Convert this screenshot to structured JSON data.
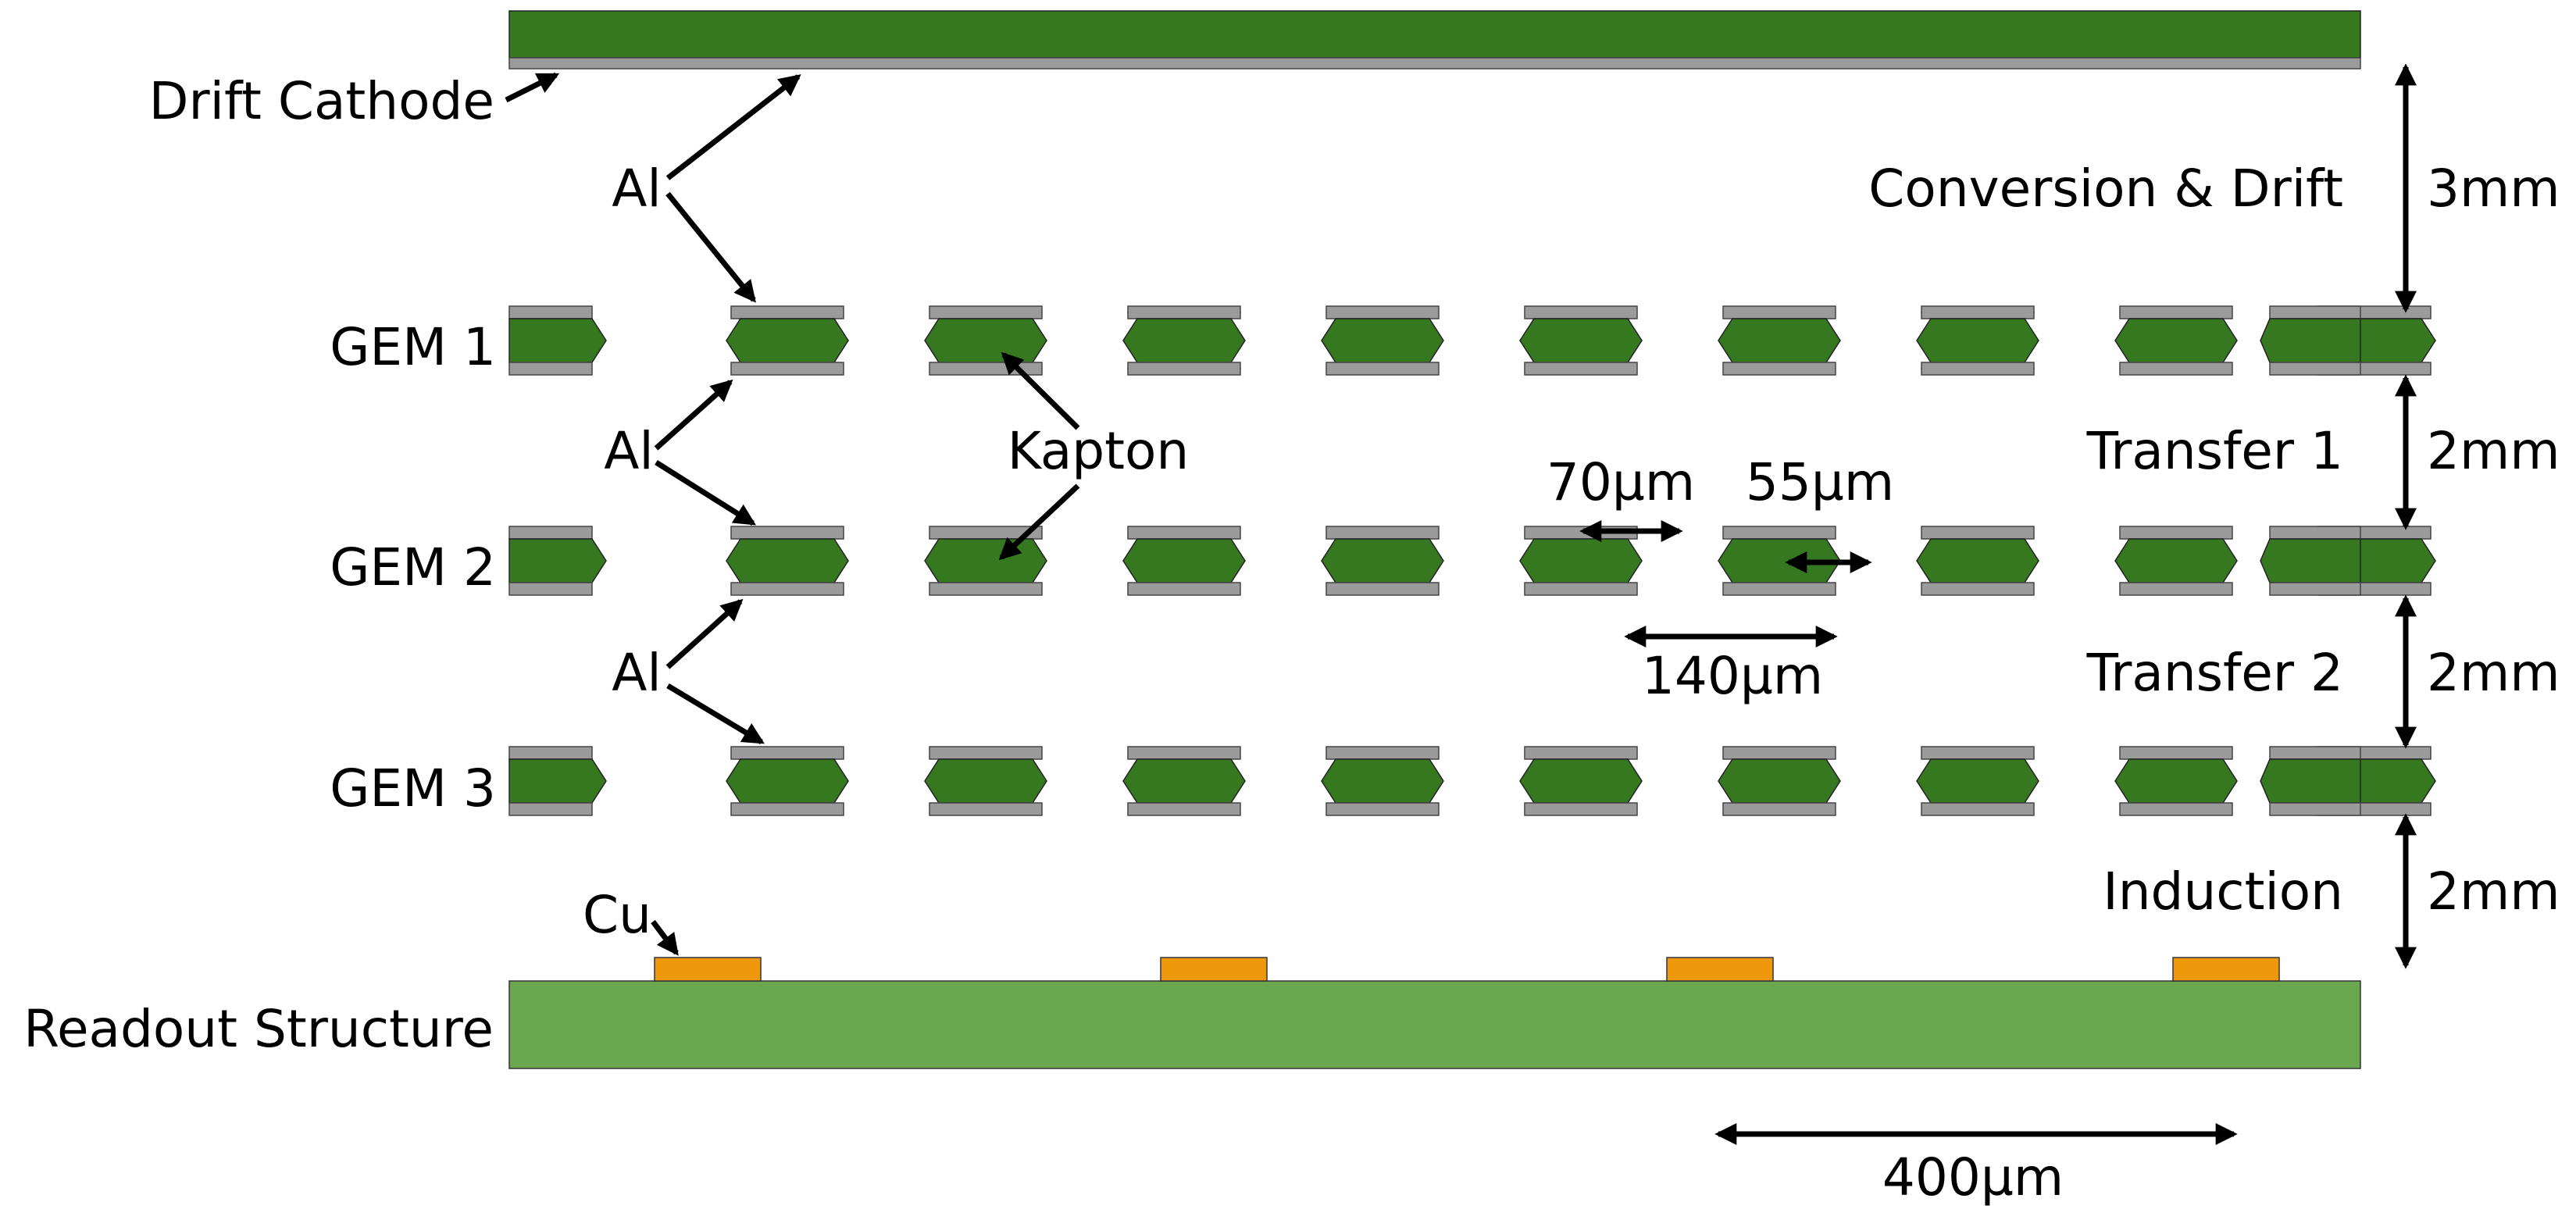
{
  "labels": {
    "drift_cathode": "Drift Cathode",
    "al_top": "Al",
    "al_mid": "Al",
    "al_bottom": "Al",
    "gem1": "GEM 1",
    "gem2": "GEM 2",
    "gem3": "GEM 3",
    "kapton": "Kapton",
    "cu": "Cu",
    "readout": "Readout Structure"
  },
  "regions": {
    "conversion": "Conversion & Drift",
    "transfer1": "Transfer 1",
    "transfer2": "Transfer 2",
    "induction": "Induction"
  },
  "gaps": {
    "drift": "3mm",
    "transfer1": "2mm",
    "transfer2": "2mm",
    "induction": "2mm"
  },
  "dimensions": {
    "hole_outer": "70µm",
    "hole_inner": "55µm",
    "pitch": "140µm",
    "strip_pitch": "400µm"
  },
  "colors": {
    "kapton": "#367820",
    "aluminum": "#9b9b9b",
    "copper": "#f0980c",
    "readout_pcb": "#6aa84f"
  }
}
